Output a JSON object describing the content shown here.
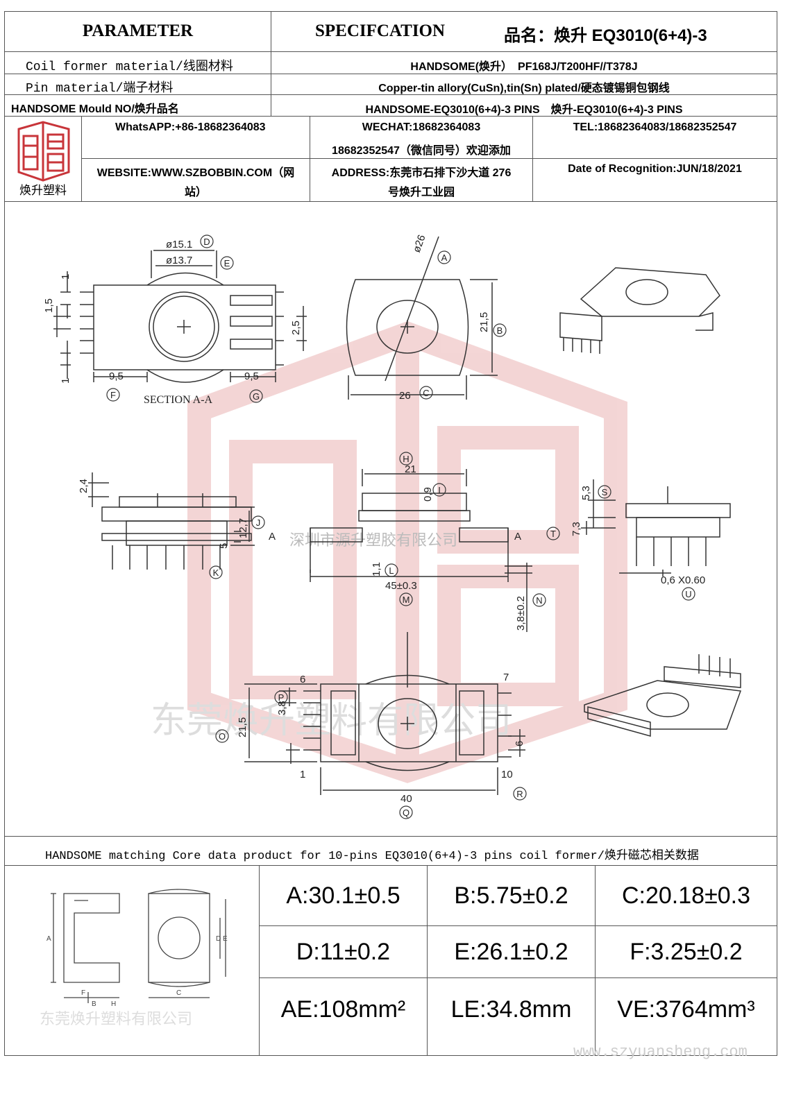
{
  "header": {
    "parameter": "PARAMETER",
    "specification": "SPECIFCATION",
    "product_name": "品名：焕升 EQ3010(6+4)-3"
  },
  "spec_rows": [
    {
      "label": "Coil former material/线圈材料",
      "value": "HANDSOME(焕升）　PF168J/T200HF//T378J"
    },
    {
      "label": "Pin material/端子材料",
      "value": "Copper-tin allory(CuSn),tin(Sn) plated/硬态镀锡铜包钢线"
    },
    {
      "label": "HANDSOME Mould NO/焕升品名",
      "value": "HANDSOME-EQ3010(6+4)-3 PINS　焕升-EQ3010(6+4)-3 PINS"
    }
  ],
  "company": {
    "logo_caption": "焕升塑料",
    "whatsapp": "WhatsAPP:+86-18682364083",
    "wechat_line1": "WECHAT:18682364083",
    "wechat_line2": "18682352547（微信同号）欢迎添加",
    "tel": "TEL:18682364083/18682352547",
    "website_line1": "WEBSITE:WWW.SZBOBBIN.COM（网",
    "website_line2": "站）",
    "address_line1": "ADDRESS:东莞市石排下沙大道 276",
    "address_line2": "号焕升工业园",
    "date": "Date of Recognition:JUN/18/2021"
  },
  "drawing": {
    "section_label": "SECTION A-A",
    "watermark_line": "深圳市源升塑胶有限公司",
    "watermark_big": "东莞焕升塑料有限公司",
    "dims": {
      "d15": "ø15.1",
      "d13": "ø13.7",
      "d26": "ø26",
      "d21_5": "21,5",
      "d26w": "26",
      "d9_5a": "9,5",
      "d9_5b": "9,5",
      "d1a": "1",
      "d1_5": "1,5",
      "d1b": "1",
      "d2_5": "2,5",
      "d21": "21",
      "d0_9": "0,9",
      "d2_4": "2,4",
      "d12_7": "12,7",
      "d5": "5",
      "d1_1": "1,1",
      "d45": "45±0.3",
      "d3_8": "3,8±0.2",
      "d5_3": "5,3",
      "d7_3": "7,3",
      "d0_6": "0,6 X0.60",
      "d40": "40",
      "d21_5b": "21,5",
      "d3_8b": "3,8",
      "d6": "6",
      "pin6": "6",
      "pin7": "7",
      "pin1": "1",
      "pin10": "10",
      "markA": "A",
      "markA2": "A"
    },
    "callouts": [
      "A",
      "B",
      "C",
      "D",
      "E",
      "F",
      "G",
      "H",
      "I",
      "J",
      "K",
      "L",
      "M",
      "N",
      "O",
      "P",
      "Q",
      "R",
      "S",
      "T",
      "U"
    ]
  },
  "core": {
    "title": "HANDSOME matching Core data  product for 10-pins EQ3010(6+4)-3 pins coil former/焕升磁芯相关数据",
    "watermark": "东莞焕升塑料有限公司",
    "core_labels": {
      "a": "A",
      "b": "B",
      "c": "C",
      "d": "D",
      "e": "E",
      "f": "F",
      "h": "H"
    },
    "values": [
      [
        "A:30.1±0.5",
        "B:5.75±0.2",
        "C:20.18±0.3"
      ],
      [
        "D:11±0.2",
        "E:26.1±0.2",
        "F:3.25±0.2"
      ],
      [
        "AE:108mm²",
        "LE:34.8mm",
        "VE:3764mm³"
      ]
    ],
    "website_watermark": "www.szyuansheng.com"
  },
  "colors": {
    "border": "#555555",
    "watermark": "#e9b3b3",
    "logo": "#c8353a",
    "line": "#333333"
  }
}
